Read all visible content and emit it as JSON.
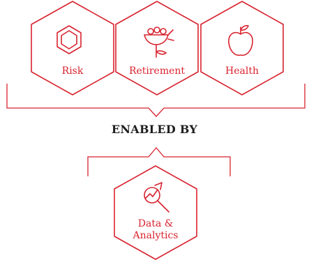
{
  "colors": {
    "accent": "#d8232f",
    "heading": "#1e1e1e"
  },
  "pillars": [
    {
      "label": "Risk",
      "icon": "benzene-hexagon-icon"
    },
    {
      "label": "Retirement",
      "icon": "money-plant-icon"
    },
    {
      "label": "Health",
      "icon": "apple-icon"
    }
  ],
  "enabler_heading": "ENABLED BY",
  "enabler": {
    "label_line1": "Data &",
    "label_line2": "Analytics",
    "icon": "magnifier-chart-icon"
  }
}
